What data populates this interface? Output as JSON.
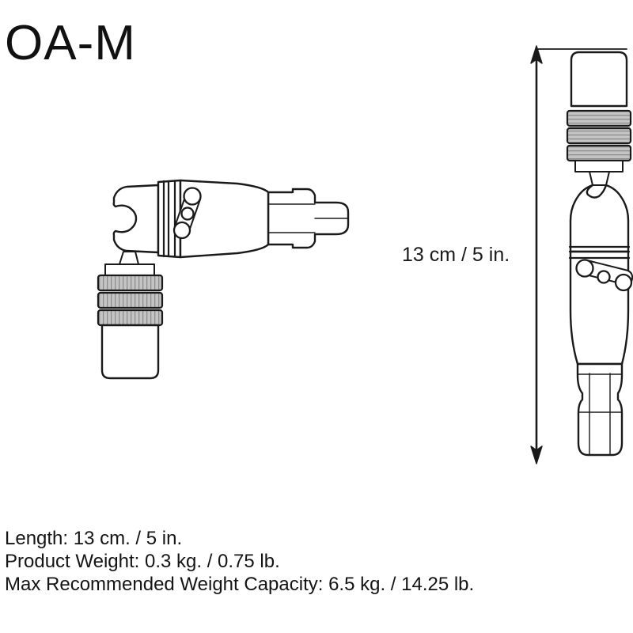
{
  "page": {
    "title": "OA-M",
    "background_color": "#ffffff",
    "line_color": "#1a1a1a",
    "text_color": "#111111"
  },
  "dimension": {
    "label": "13 cm / 5 in.",
    "arrow_orientation": "vertical-double-ended"
  },
  "specs": {
    "lines": [
      "Length: 13 cm. / 5 in.",
      "Product Weight: 0.3 kg. / 0.75 lb.",
      "Max Recommended Weight Capacity: 6.5 kg. / 14.25 lb."
    ],
    "length": "Length: 13 cm. / 5 in.",
    "product_weight": "Product Weight: 0.3 kg. / 0.75 lb.",
    "max_capacity": "Max Recommended Weight Capacity: 6.5 kg. / 14.25 lb."
  },
  "views": [
    {
      "name": "horizontal-view",
      "description": "Offset adapter shown horizontally with hex shank pointing right and knurled chuck collar pointing down",
      "parts": [
        "angled-head-body",
        "collar-band",
        "diagonal-slot-with-three-pins",
        "hex-shank-tip",
        "neck-stub",
        "knurled-collar-rings",
        "output-barrel"
      ]
    },
    {
      "name": "vertical-view",
      "description": "Same adapter shown vertically with output barrel at top and hex shank at bottom",
      "parts": [
        "output-barrel",
        "knurled-collar-rings",
        "neck-stub",
        "angled-head-body",
        "collar-band",
        "diagonal-slot-with-three-pins",
        "hex-shank-tip"
      ]
    }
  ],
  "colors": {
    "knurl_fill": "#bcbcbc",
    "outline": "#1a1a1a",
    "white": "#ffffff"
  }
}
